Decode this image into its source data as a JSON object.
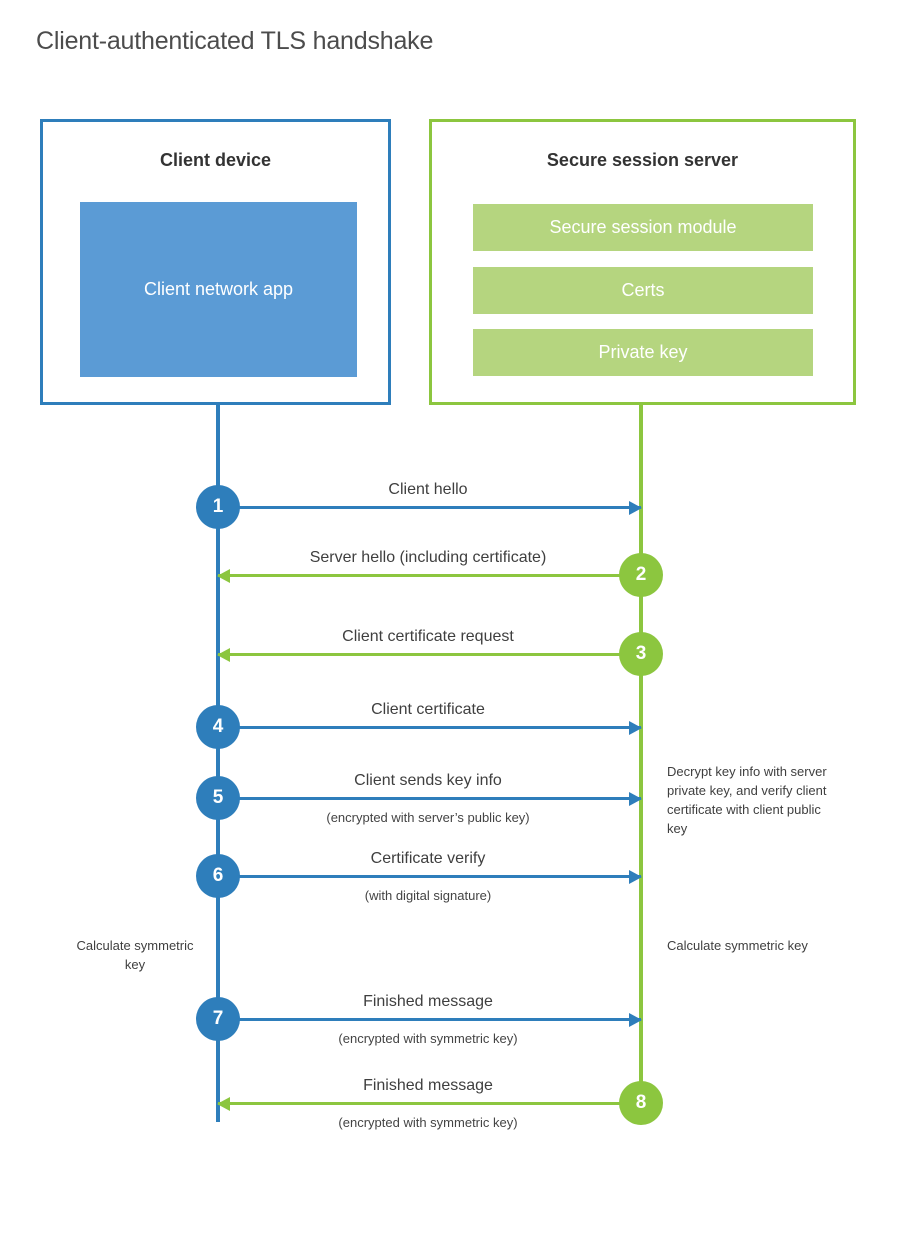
{
  "title": "Client-authenticated TLS handshake",
  "colors": {
    "client_blue": "#2e7ebb",
    "client_app_fill": "#5b9bd5",
    "server_green": "#8cc63f",
    "server_module_fill": "#b5d57f",
    "text": "#3f3f3f",
    "background": "#ffffff"
  },
  "actors": {
    "client": {
      "title": "Client device",
      "blocks": [
        "Client network\napp"
      ],
      "block_label": "Client network app"
    },
    "server": {
      "title": "Secure session server",
      "modules": [
        {
          "label": "Secure session module"
        },
        {
          "label": "Certs"
        },
        {
          "label": "Private key"
        }
      ]
    }
  },
  "steps": [
    {
      "number": "1",
      "side": "client",
      "direction": "to-right",
      "label": "Client hello",
      "sub": ""
    },
    {
      "number": "2",
      "side": "server",
      "direction": "to-left",
      "label": "Server hello (including certificate)",
      "sub": ""
    },
    {
      "number": "3",
      "side": "server",
      "direction": "to-left",
      "label": "Client certificate request",
      "sub": ""
    },
    {
      "number": "4",
      "side": "client",
      "direction": "to-right",
      "label": "Client certificate",
      "sub": ""
    },
    {
      "number": "5",
      "side": "client",
      "direction": "to-right",
      "label": "Client sends key info",
      "sub": "(encrypted with server’s public key)"
    },
    {
      "number": "6",
      "side": "client",
      "direction": "to-right",
      "label": "Certificate verify",
      "sub": "(with digital signature)"
    },
    {
      "number": "7",
      "side": "client",
      "direction": "to-right",
      "label": "Finished message",
      "sub": "(encrypted with symmetric key)"
    },
    {
      "number": "8",
      "side": "server",
      "direction": "to-left",
      "label": "Finished message",
      "sub": "(encrypted with symmetric key)"
    }
  ],
  "notes": {
    "server_decrypt": "Decrypt key info with server private key, and verify client certificate with client public key",
    "client_calculate": "Calculate symmetric key",
    "server_calculate": "Calculate symmetric key"
  }
}
